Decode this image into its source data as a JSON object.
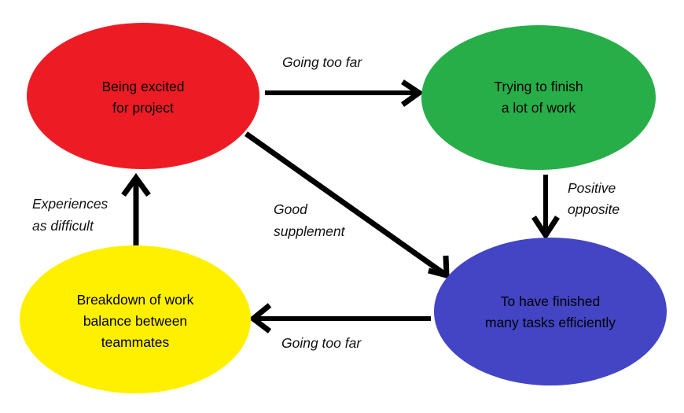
{
  "diagram": {
    "type": "cycle-diagram",
    "background_color": "#FFFFFF",
    "edge_color": "#000000",
    "nodes": [
      {
        "id": "being-excited",
        "color": "#ED1C24",
        "lines": [
          "Being excited",
          "for project"
        ]
      },
      {
        "id": "trying-to-finish",
        "color": "#27AE48",
        "lines": [
          "Trying to finish",
          "a lot of work"
        ]
      },
      {
        "id": "to-have-finished",
        "color": "#4345C4",
        "lines": [
          "To have finished",
          "many tasks efficiently"
        ]
      },
      {
        "id": "breakdown-of-work",
        "color": "#FFF000",
        "lines": [
          "Breakdown of work",
          "balance between",
          "teammates"
        ]
      }
    ],
    "edges": [
      {
        "id": "excited-to-trying",
        "from": "being-excited",
        "to": "trying-to-finish",
        "lines": [
          "Going too far"
        ]
      },
      {
        "id": "trying-to-finished",
        "from": "trying-to-finish",
        "to": "to-have-finished",
        "lines": [
          "Positive",
          "opposite"
        ]
      },
      {
        "id": "excited-to-finished",
        "from": "being-excited",
        "to": "to-have-finished",
        "lines": [
          "Good",
          "supplement"
        ]
      },
      {
        "id": "finished-to-breakdown",
        "from": "to-have-finished",
        "to": "breakdown-of-work",
        "lines": [
          "Going too far"
        ]
      },
      {
        "id": "breakdown-to-excited",
        "from": "breakdown-of-work",
        "to": "being-excited",
        "lines": [
          "Experiences",
          "as difficult"
        ]
      }
    ]
  }
}
